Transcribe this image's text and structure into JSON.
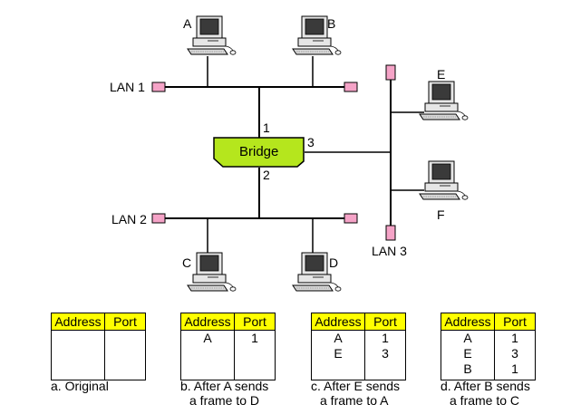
{
  "diagram": {
    "lan_labels": [
      "LAN 1",
      "LAN 2",
      "LAN 3"
    ],
    "bridge_label": "Bridge",
    "port_labels": [
      "1",
      "2",
      "3"
    ],
    "stations": [
      "A",
      "B",
      "C",
      "D",
      "E",
      "F"
    ],
    "bridge_color": "#b5e61d",
    "terminator_color": "#f5a3c7"
  },
  "tables": [
    {
      "headers": [
        "Address",
        "Port"
      ],
      "addresses": [],
      "ports": [],
      "caption": [
        "a. Original"
      ]
    },
    {
      "headers": [
        "Address",
        "Port"
      ],
      "addresses": [
        "A"
      ],
      "ports": [
        "1"
      ],
      "caption": [
        "b. After A sends",
        "a frame to D"
      ]
    },
    {
      "headers": [
        "Address",
        "Port"
      ],
      "addresses": [
        "A",
        "E"
      ],
      "ports": [
        "1",
        "3"
      ],
      "caption": [
        "c. After E sends",
        "a frame to A"
      ]
    },
    {
      "headers": [
        "Address",
        "Port"
      ],
      "addresses": [
        "A",
        "E",
        "B"
      ],
      "ports": [
        "1",
        "3",
        "1"
      ],
      "caption": [
        "d. After B sends",
        "a frame to C"
      ]
    }
  ],
  "header_color": "#ffff00"
}
